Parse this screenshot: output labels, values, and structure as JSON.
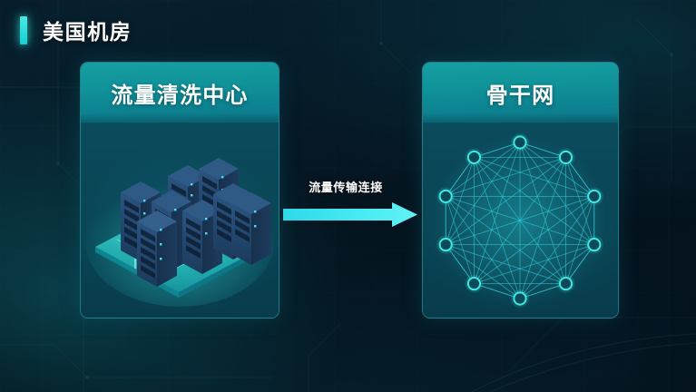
{
  "page": {
    "title": "美国机房",
    "accent_color": "#2ee6e6",
    "background_color": "#061a27"
  },
  "panels": [
    {
      "id": "traffic-cleaning-center",
      "title": "流量清洗中心",
      "header_color": "#109399",
      "body_color": "#0a4a5a",
      "illustration": "server-racks"
    },
    {
      "id": "backbone-network",
      "title": "骨干网",
      "header_color": "#109399",
      "body_color": "#0a4a5a",
      "illustration": "mesh-network"
    }
  ],
  "connector": {
    "label": "流量传输连接",
    "direction": "left-to-right",
    "color": "#35e5ef"
  },
  "illustrations": {
    "server_racks": {
      "rack_count": 8,
      "rack_color": "#1d3f66",
      "accent_color": "#3ddcf0",
      "platform_color": "#2fe0d8"
    },
    "mesh_network": {
      "node_count": 10,
      "node_color": "#3fe8e0",
      "edge_color": "#2fd6e2",
      "layout": "circular-full-mesh"
    }
  }
}
